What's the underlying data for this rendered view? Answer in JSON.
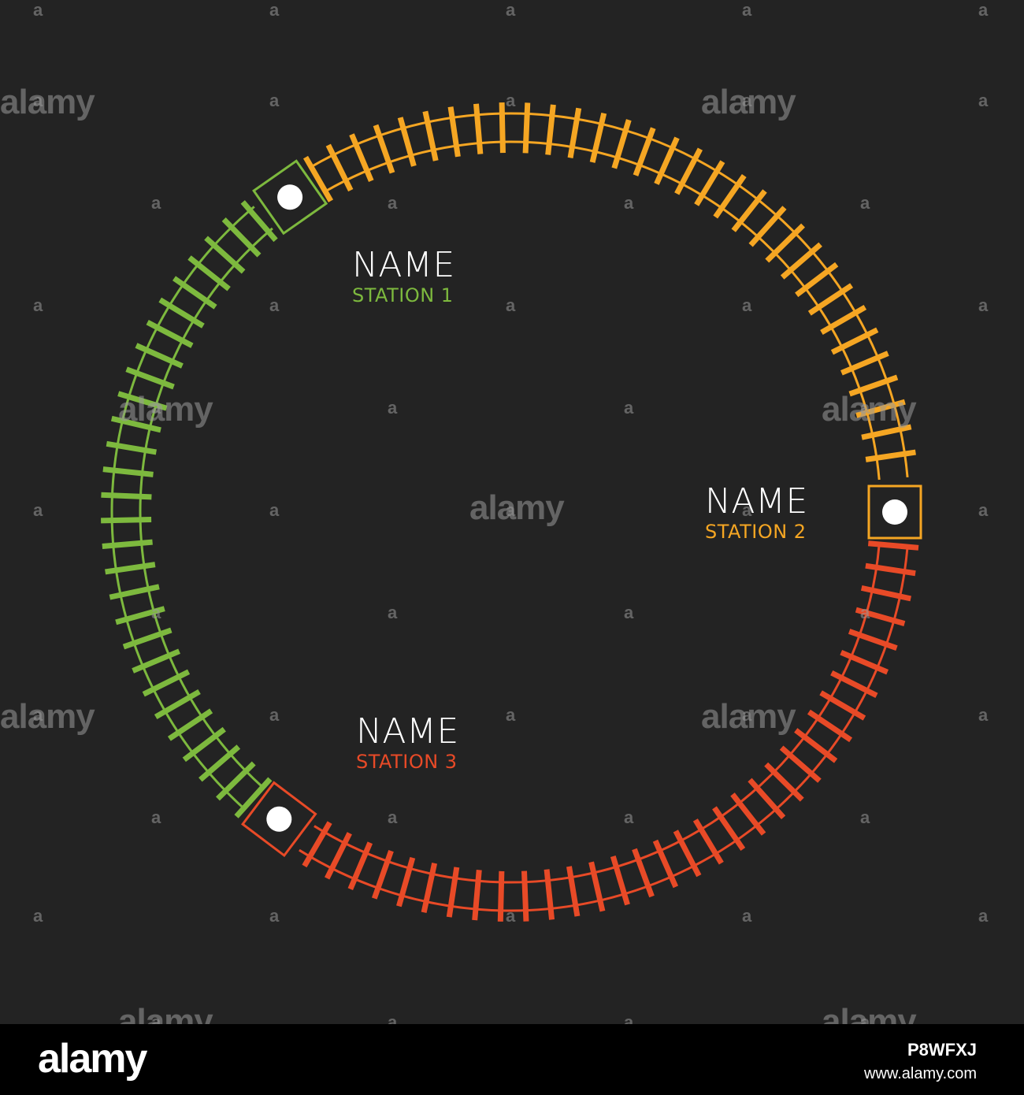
{
  "colors": {
    "background": "#232323",
    "green": "#7db93e",
    "orange": "#f5a623",
    "red": "#e84a27",
    "white": "#ffffff"
  },
  "stations": [
    {
      "name": "NAME",
      "label": "STATION 1",
      "color": "#7db93e"
    },
    {
      "name": "NAME",
      "label": "STATION 2",
      "color": "#f5a623"
    },
    {
      "name": "NAME",
      "label": "STATION 3",
      "color": "#e84a27"
    }
  ],
  "footer": {
    "logo": "alamy",
    "image_id": "P8WFXJ",
    "url": "www.alamy.com"
  },
  "watermark": {
    "big": "alamy",
    "small": "a"
  }
}
